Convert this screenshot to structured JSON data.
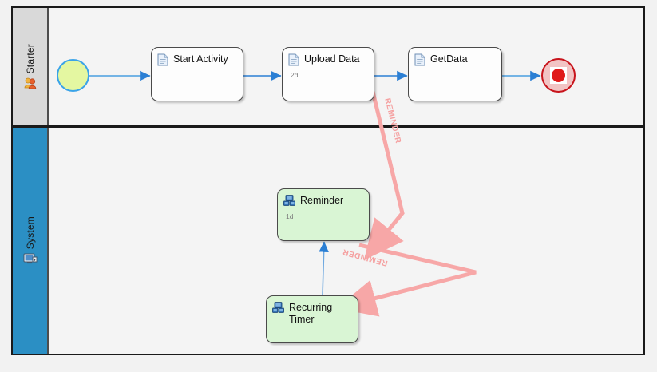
{
  "diagram": {
    "type": "bpmn-swimlane-process",
    "pool": {
      "background": "#f4f4f4",
      "border_color": "#1a1a1a"
    },
    "canvas_background": "#f2f2f2"
  },
  "lanes": [
    {
      "id": "starter",
      "label": "Starter",
      "header_color": "#d9d9d9",
      "icon": "people-icon"
    },
    {
      "id": "system",
      "label": "System",
      "header_color": "#2b8fc4",
      "icon": "monitor-icon"
    }
  ],
  "events": [
    {
      "id": "start",
      "kind": "start-event",
      "lane": "starter",
      "fill": "#e4f7a1",
      "stroke": "#3aa3e8"
    },
    {
      "id": "end",
      "kind": "end-event",
      "lane": "starter",
      "fill": "#f2c4c4",
      "stroke": "#c8141c",
      "dot": "#e01b1b"
    }
  ],
  "tasks": [
    {
      "id": "start_activity",
      "title": "Start Activity",
      "duration": "",
      "lane": "starter",
      "icon": "document-icon",
      "fill": "#fdfdfd"
    },
    {
      "id": "upload_data",
      "title": "Upload Data",
      "duration": "2d",
      "lane": "starter",
      "icon": "document-icon",
      "fill": "#fdfdfd"
    },
    {
      "id": "get_data",
      "title": "GetData",
      "duration": "",
      "lane": "starter",
      "icon": "document-icon",
      "fill": "#fdfdfd"
    },
    {
      "id": "reminder",
      "title": "Reminder",
      "duration": "1d",
      "lane": "system",
      "icon": "network-icon",
      "fill": "#d9f5d4"
    },
    {
      "id": "recurring_timer",
      "title": "Recurring\nTimer",
      "duration": "",
      "lane": "system",
      "icon": "network-icon",
      "fill": "#d9f5d4"
    }
  ],
  "sequence_flows": [
    {
      "from": "start",
      "to": "start_activity",
      "color": "#2b7fd4"
    },
    {
      "from": "start_activity",
      "to": "upload_data",
      "color": "#2b7fd4"
    },
    {
      "from": "upload_data",
      "to": "get_data",
      "color": "#2b7fd4"
    },
    {
      "from": "get_data",
      "to": "end",
      "color": "#2b7fd4"
    },
    {
      "from": "recurring_timer",
      "to": "reminder",
      "color": "#2b7fd4"
    }
  ],
  "message_flows": [
    {
      "id": "mf1",
      "label": "REMINDER",
      "from": "upload_data",
      "to": "reminder",
      "color": "#f7a7a7"
    },
    {
      "id": "mf2",
      "label": "REMINDER",
      "from": "reminder",
      "to": "recurring_timer",
      "color": "#f7a7a7"
    }
  ]
}
